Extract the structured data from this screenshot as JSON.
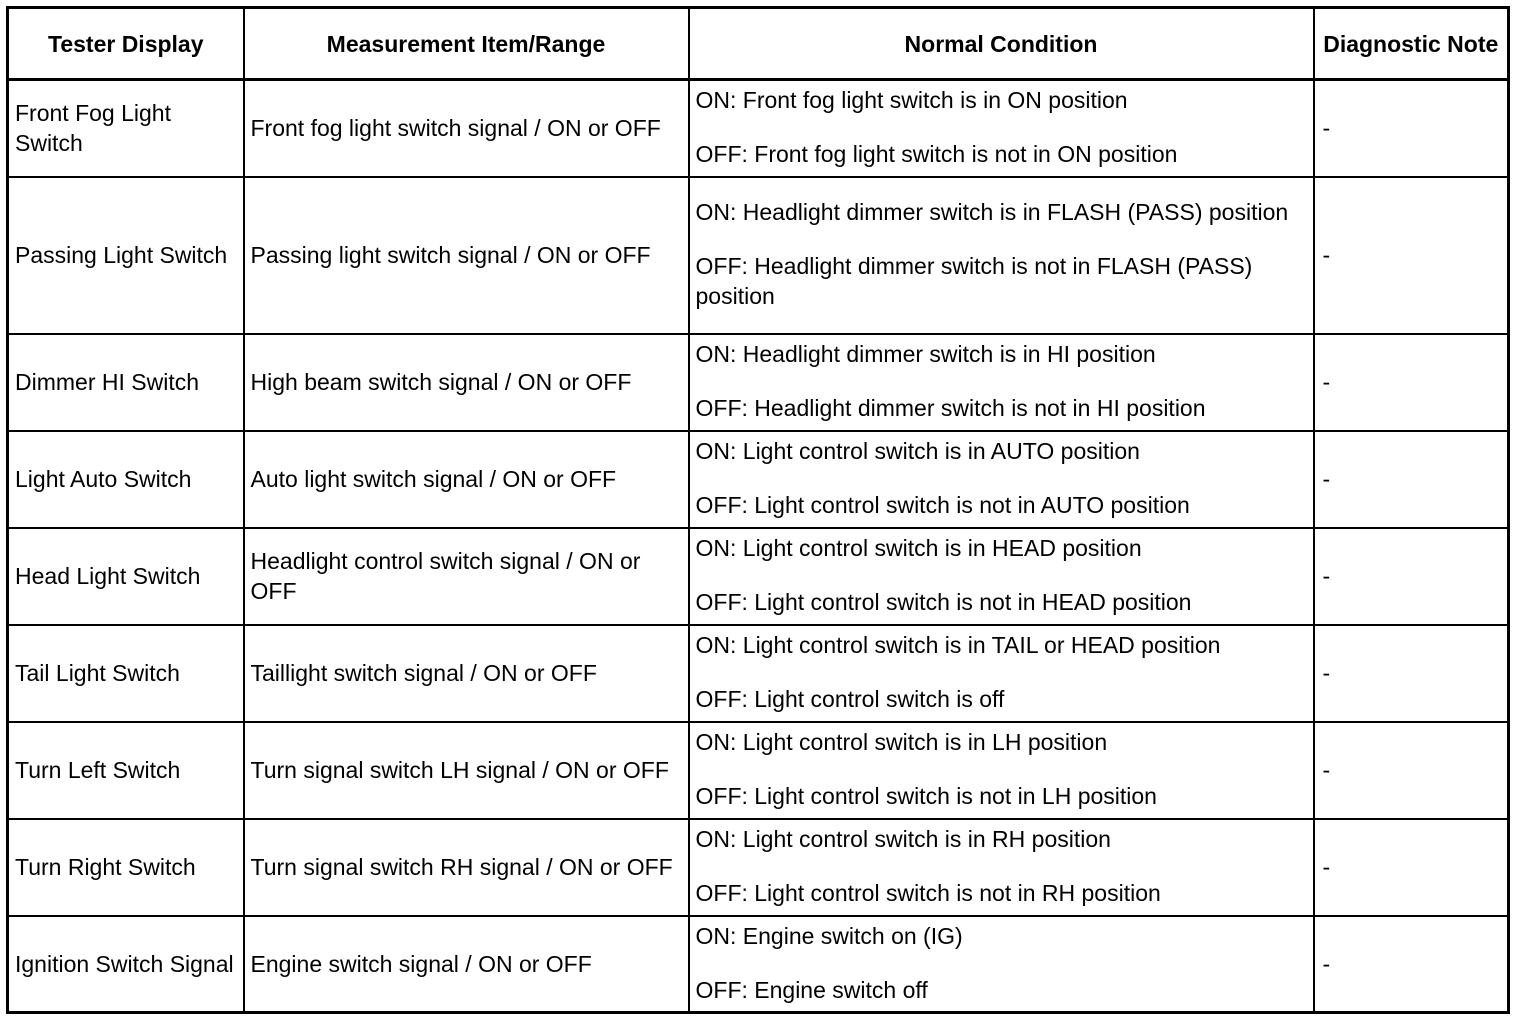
{
  "headers": {
    "tester_display": "Tester Display",
    "measurement": "Measurement Item/Range",
    "normal": "Normal Condition",
    "note": "Diagnostic Note"
  },
  "rows": [
    {
      "display": "Front Fog Light Switch",
      "measurement": "Front fog light switch signal / ON or OFF",
      "on": "ON: Front fog light switch is in ON position",
      "off": "OFF: Front fog light switch is not in ON position",
      "note": "-"
    },
    {
      "display": "Passing Light Switch",
      "measurement": "Passing light switch signal / ON or OFF",
      "on": "ON: Headlight dimmer switch is in FLASH (PASS) position",
      "off": "OFF: Headlight dimmer switch is not in FLASH (PASS) position",
      "note": "-"
    },
    {
      "display": "Dimmer HI Switch",
      "measurement": "High beam switch signal / ON or OFF",
      "on": "ON: Headlight dimmer switch is in HI position",
      "off": "OFF: Headlight dimmer switch is not in HI position",
      "note": "-"
    },
    {
      "display": "Light Auto Switch",
      "measurement": "Auto light switch signal / ON or OFF",
      "on": "ON: Light control switch is in AUTO position",
      "off": "OFF: Light control switch is not in AUTO position",
      "note": "-"
    },
    {
      "display": "Head Light Switch",
      "measurement": "Headlight control switch signal / ON or OFF",
      "on": "ON: Light control switch is in HEAD position",
      "off": "OFF: Light control switch is not in HEAD position",
      "note": "-"
    },
    {
      "display": "Tail Light Switch",
      "measurement": "Taillight switch signal / ON or OFF",
      "on": "ON: Light control switch is in TAIL or HEAD position",
      "off": "OFF: Light control switch is off",
      "note": "-"
    },
    {
      "display": "Turn Left Switch",
      "measurement": "Turn signal switch LH signal / ON or OFF",
      "on": "ON: Light control switch is in LH position",
      "off": "OFF: Light control switch is not in LH position",
      "note": "-"
    },
    {
      "display": "Turn Right Switch",
      "measurement": "Turn signal switch RH signal / ON or OFF",
      "on": "ON: Light control switch is in RH position",
      "off": "OFF: Light control switch is not in RH position",
      "note": "-"
    },
    {
      "display": "Ignition Switch Signal",
      "measurement": "Engine switch signal / ON or OFF",
      "on": "ON: Engine switch on (IG)",
      "off": "OFF: Engine switch off",
      "note": "-"
    }
  ]
}
